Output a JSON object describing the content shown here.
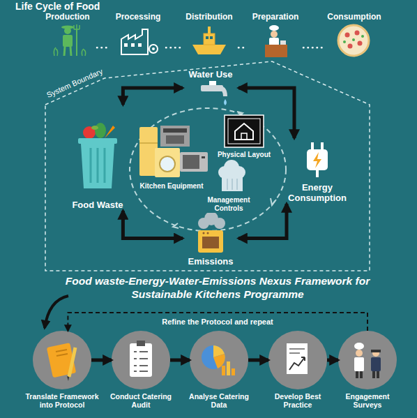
{
  "diagram": {
    "title": "Life Cycle of Food",
    "nodes": [
      {
        "text": [
          "Production"
        ]
      },
      {
        "text": [
          "Processing"
        ]
      },
      {
        "text": [
          "Distribution"
        ]
      },
      {
        "text": [
          "Preparation"
        ]
      },
      {
        "text": [
          "Consumption"
        ]
      },
      {
        "text": [
          "System Boundary"
        ]
      },
      {
        "text": [
          "Water Use"
        ],
        "in": 5
      },
      {
        "text": [
          "Energy Consumption"
        ],
        "in": 5
      },
      {
        "text": [
          "Emissions"
        ],
        "in": 5
      },
      {
        "text": [
          "Food Waste"
        ],
        "in": 5
      },
      {
        "text": [
          "Translate Framework into Protocol"
        ]
      },
      {
        "text": [
          "Conduct Catering Audit"
        ]
      },
      {
        "text": [
          "Analyse Catering Data"
        ]
      },
      {
        "text": [
          "Develop Best Practice"
        ]
      },
      {
        "text": [
          "Engagement Surveys"
        ]
      }
    ],
    "edges": [
      {
        "from": 0,
        "to": 1,
        "arrow": "none"
      },
      {
        "from": 1,
        "to": 2,
        "arrow": "none"
      },
      {
        "from": 2,
        "to": 3,
        "arrow": "none"
      },
      {
        "from": 3,
        "to": 4,
        "arrow": "none"
      },
      {
        "from": 6,
        "to": 7,
        "arrow": "both"
      },
      {
        "from": 7,
        "to": 8,
        "arrow": "both"
      },
      {
        "from": 8,
        "to": 9,
        "arrow": "both"
      },
      {
        "from": 9,
        "to": 6,
        "arrow": "both"
      },
      {
        "from": 10,
        "to": 11,
        "arrow": "to"
      },
      {
        "from": 11,
        "to": 12,
        "arrow": "to"
      },
      {
        "from": 12,
        "to": 13,
        "arrow": "to"
      },
      {
        "from": 13,
        "to": 14,
        "arrow": "to"
      },
      {
        "from": 14,
        "to": 10,
        "label": "Refine the Protocol and repeat",
        "arrow": "to"
      }
    ],
    "labels": [
      "Kitchen Equipment",
      "Physical Layout",
      "Management Controls",
      "Food waste-Energy-Water-Emissions Nexus Framework for Sustainable Kitchens Programme"
    ]
  }
}
